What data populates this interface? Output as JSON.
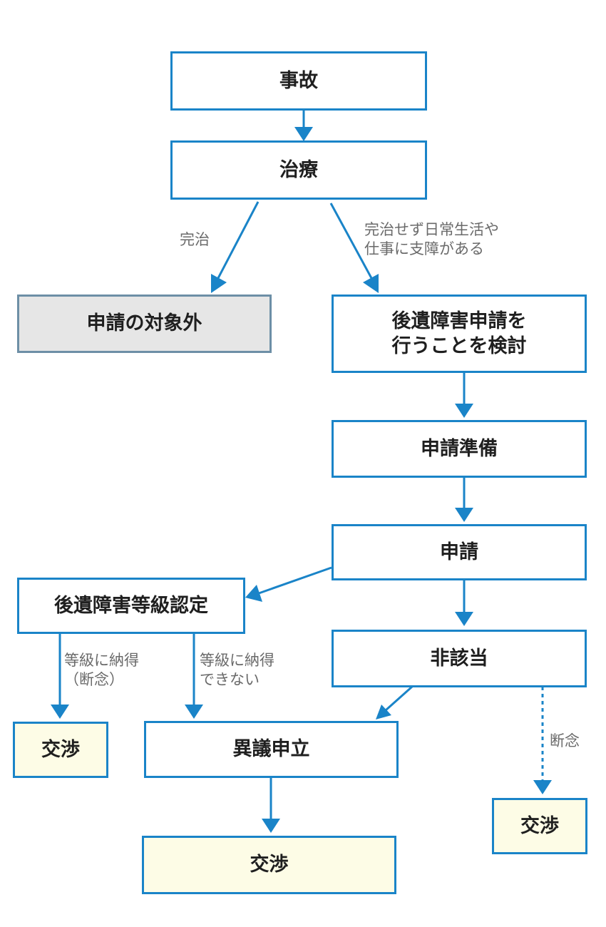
{
  "colors": {
    "border": "#1a84c8",
    "arrow": "#1a84c8",
    "box_fill": "#ffffff",
    "box_fill_excluded": "#e6e6e6",
    "box_fill_negotiation": "#fdfce6",
    "text": "#1f1f1f",
    "label_text": "#6a6a6a"
  },
  "nodes": {
    "accident": "事故",
    "treatment": "治療",
    "not_eligible": "申請の対象外",
    "consider_application": "後遺障害申請を\n行うことを検討",
    "preparation": "申請準備",
    "application": "申請",
    "grade_certification": "後遺障害等級認定",
    "not_applicable": "非該当",
    "negotiation_left": "交渉",
    "objection": "異議申立",
    "negotiation_bottom": "交渉",
    "negotiation_right": "交渉"
  },
  "edge_labels": {
    "cured": "完治",
    "not_cured": "完治せず日常生活や\n仕事に支障がある",
    "accept_grade": "等級に納得\n（断念）",
    "reject_grade": "等級に納得\nできない",
    "give_up": "断念"
  }
}
